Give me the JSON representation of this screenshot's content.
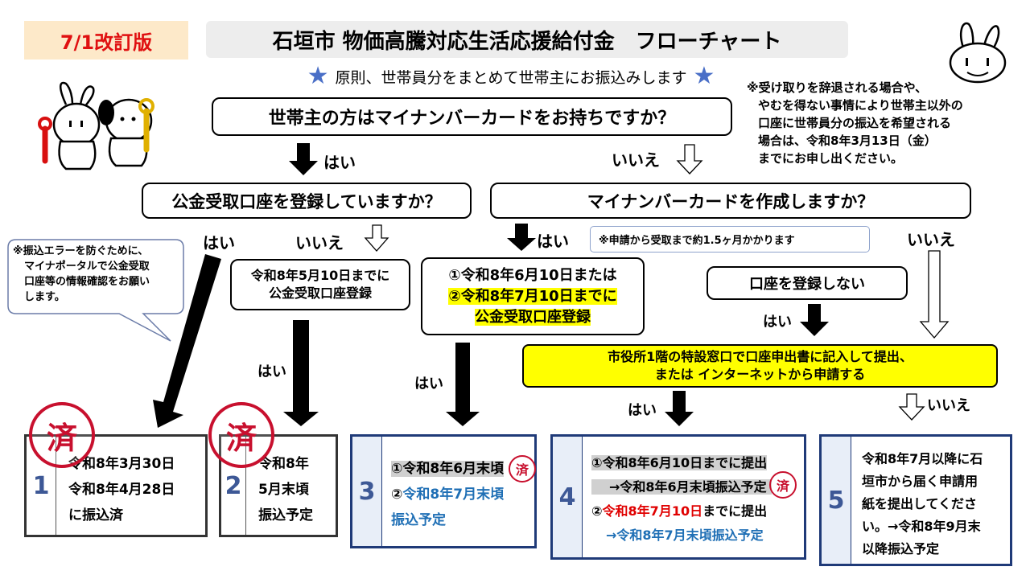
{
  "badge": "7/1改訂版",
  "title": "石垣市 物価高騰対応生活応援給付金　フローチャート",
  "principle": "原則、世帯員分をまとめて世帯主にお振込みします",
  "side_note": [
    "※受け取りを辞退される場合や、",
    "やむを得ない事情により世帯主以外の",
    "口座に世帯員分の振込を希望される",
    "場合は、令和8年3月13日（金）",
    "までにお申し出ください。"
  ],
  "q1": "世帯主の方はマイナンバーカードをお持ちですか？",
  "q2": "公金受取口座を登録していますか？",
  "q3": "マイナンバーカードを作成しますか？",
  "yes": "はい",
  "no": "いいえ",
  "bubble": [
    "※振込エラーを防ぐために、",
    "マイナポータルで公金受取",
    "口座等の情報確認をお願い",
    "します。"
  ],
  "register_by": [
    "令和8年5月10日までに",
    "公金受取口座登録"
  ],
  "card_note": "※申請から受取まで約1.5ヶ月かかります",
  "register_by2": [
    "①令和8年6月10日または",
    "②令和8年7月10日までに",
    "公金受取口座登録"
  ],
  "no_register": "口座を登録しない",
  "apply": [
    "市役所1階の特設窓口で口座申出書に記入して提出、",
    "または インターネットから申請する"
  ],
  "stamp": "済",
  "results": {
    "r1": {
      "num": "1",
      "lines": [
        "令和8年3月30日",
        "令和8年4月28日",
        "に振込済"
      ]
    },
    "r2": {
      "num": "2",
      "lines": [
        "令和8年",
        "5月末頃",
        "振込予定"
      ]
    },
    "r3": {
      "num": "3",
      "l1": "①令和8年6月末頃",
      "l2a": "②",
      "l2b": "令和8年7月末頃",
      "l3": "振込予定"
    },
    "r4": {
      "num": "4",
      "l1": "①令和8年6月10日までに提出",
      "l2": "→令和8年6月末頃振込予定",
      "l3a": "②",
      "l3b": "令和8年7月10日",
      "l3c": "までに提出",
      "l4": "→令和8年7月末頃振込予定"
    },
    "r5": {
      "num": "5",
      "lines": [
        "令和8年7月以降に石",
        "垣市から届く申請用",
        "紙を提出してくださ",
        "い。→令和8年9月末",
        "以降振込予定"
      ]
    }
  },
  "colors": {
    "accent_yellow": "#ffff00",
    "navy": "#1f3a78",
    "stamp_red": "#c8102e",
    "star_blue": "#4a6fc7",
    "badge_bg": "#fde9c9"
  }
}
